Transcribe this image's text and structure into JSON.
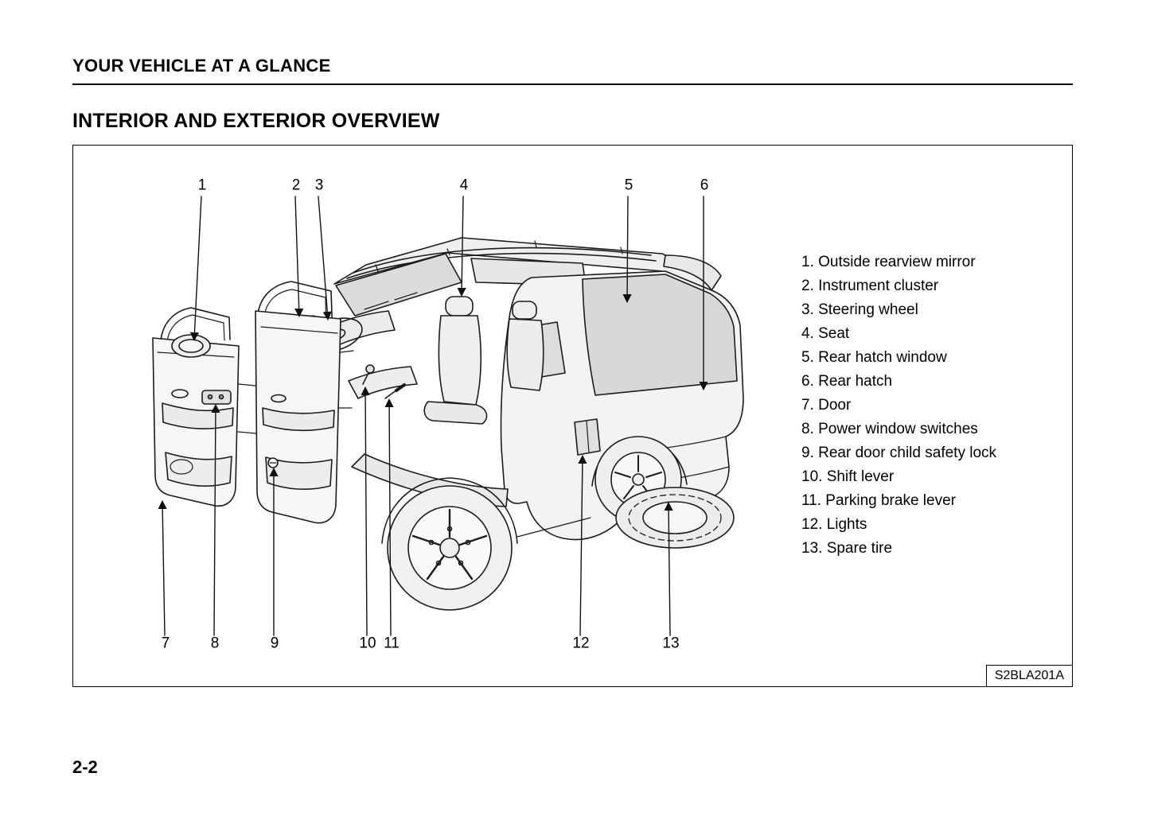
{
  "page": {
    "section_title": "YOUR VEHICLE AT A GLANCE",
    "heading": "INTERIOR AND EXTERIOR OVERVIEW",
    "page_number": "2-2"
  },
  "figure": {
    "code": "S2BLA201A",
    "callouts": [
      "1",
      "2",
      "3",
      "4",
      "5",
      "6",
      "7",
      "8",
      "9",
      "10",
      "11",
      "12",
      "13"
    ],
    "legend": [
      "1. Outside rearview mirror",
      "2. Instrument cluster",
      "3. Steering wheel",
      "4. Seat",
      "5. Rear hatch window",
      "6. Rear hatch",
      "7. Door",
      "8. Power window switches",
      "9. Rear door child safety lock",
      "10. Shift lever",
      "11. Parking brake lever",
      "12. Lights",
      "13. Spare tire"
    ]
  }
}
